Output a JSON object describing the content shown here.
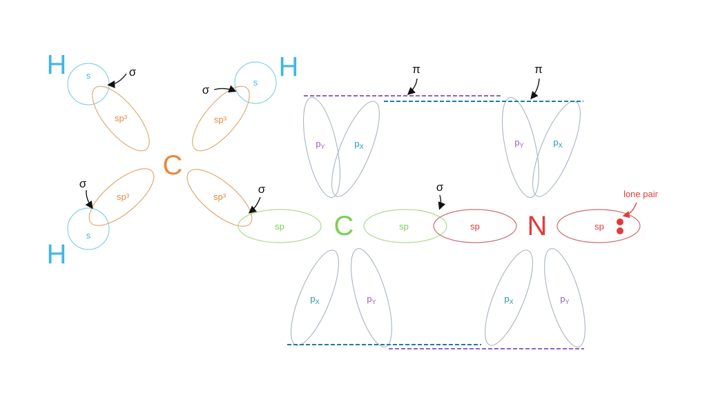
{
  "colors": {
    "hydrogen": "#3fb6ea",
    "carbon_sp3": "#e8893e",
    "carbon_sp": "#7ccf56",
    "nitrogen": "#e23a3a",
    "py": "#9b59c9",
    "px": "#1a9aa8",
    "orbital_outline_sp3": "#e0aa72",
    "orbital_outline_sp": "#a9dc8e",
    "orbital_outline_n": "#cf6a6a",
    "orbital_outline_s": "#87cfe8",
    "orbital_outline_p": "#a8b4c4",
    "pi_y_line": "#8e5fd0",
    "pi_x_line": "#167f9a",
    "arrow": "#111111"
  },
  "atoms": {
    "h_top_left": "H",
    "h_top_right": "H",
    "h_bottom_left": "H",
    "c_sp3": "C",
    "c_sp": "C",
    "n": "N"
  },
  "orbitals": {
    "s": "s",
    "sp3": "sp³",
    "sp": "sp",
    "p": "p",
    "sub_y": "Y",
    "sub_x": "X"
  },
  "bonds": {
    "sigma": "σ",
    "pi": "π"
  },
  "annotations": {
    "lone_pair": "lone pair"
  }
}
